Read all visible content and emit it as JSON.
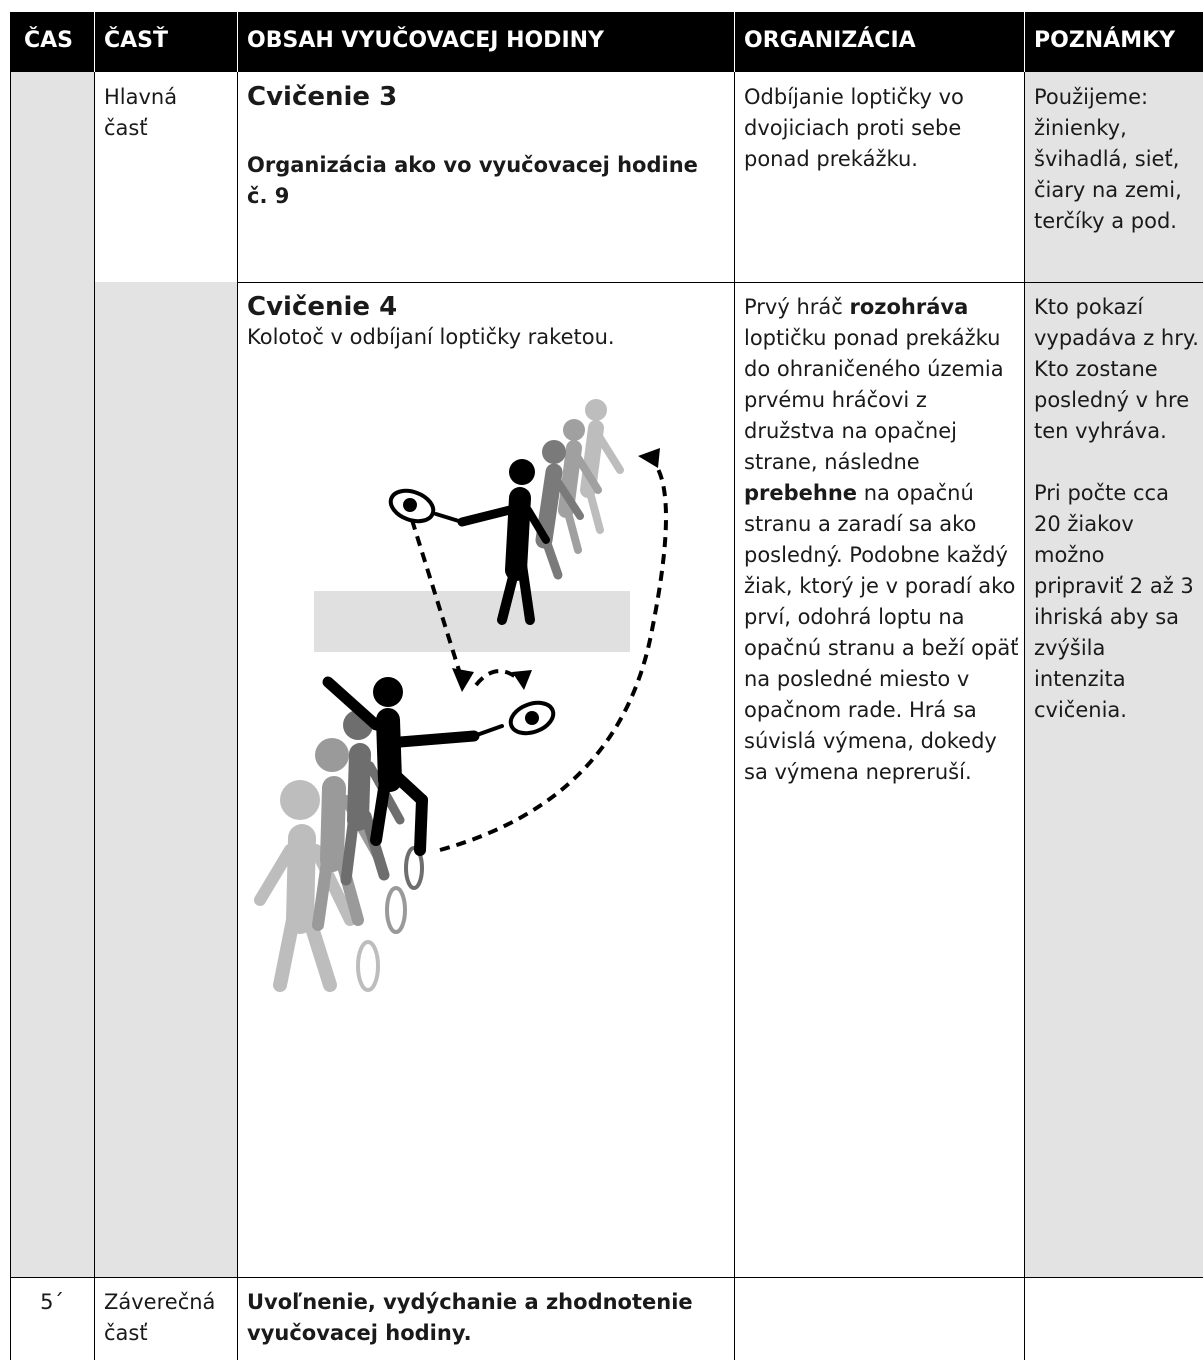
{
  "header": {
    "col_time": "ČAS",
    "col_part": "ČASŤ",
    "col_content": "OBSAH VYUČOVACEJ HODINY",
    "col_org": "ORGANIZÁCIA",
    "col_notes": "POZNÁMKY"
  },
  "row1": {
    "part": "Hlavná časť",
    "exercise_title": "Cvičenie 3",
    "exercise_subtitle": "Organizácia ako vo vyučovacej hodine č. 9",
    "organization": "Odbíjanie loptičky vo dvojiciach proti sebe ponad prekážku.",
    "notes": "Použijeme: žinienky, švihadlá, sieť, čiary na zemi, terčíky a pod."
  },
  "row2": {
    "exercise_title": "Cvičenie 4",
    "exercise_desc": "Kolotoč v odbíjaní loptičky raketou.",
    "org_1": "Prvý hráč ",
    "org_b1": "rozohráva",
    "org_2": " loptičku ponad prekážku do ohraničeného územia prvému hráčovi z družstva na opačnej strane, následne ",
    "org_b2": "prebehne",
    "org_3": " na opačnú stranu a zaradí sa ako posledný. Podobne každý žiak, ktorý je v poradí ako prví, odohrá loptu na opačnú stranu a beží opäť na posledné miesto v opačnom rade. Hrá sa súvislá výmena, dokedy sa výmena nepreruší.",
    "notes_1": "Kto pokazí vypadáva z hry. Kto zostane posledný v hre ten vyhráva.",
    "notes_2": "Pri počte cca 20 žiakov možno pripraviť 2 až 3 ihriská aby sa zvýšila intenzita cvičenia."
  },
  "row3": {
    "time": "5´",
    "part": "Záverečná časť",
    "content": "Uvoľnenie, vydýchanie a zhodnotenie vyučovacej hodiny."
  },
  "colors": {
    "header_bg": "#000000",
    "gray_fill": "#e3e3e3",
    "net_fill": "#e0e0e0"
  }
}
